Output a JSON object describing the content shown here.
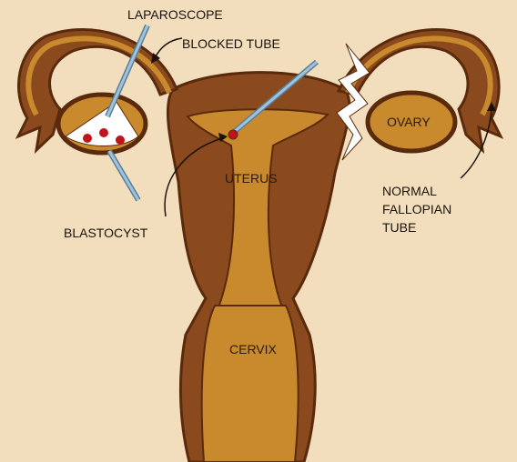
{
  "labels": {
    "laparoscope": "LAPAROSCOPE",
    "blocked_tube": "BLOCKED TUBE",
    "ovary": "OVARY",
    "uterus": "UTERUS",
    "blastocyst": "BLASTOCYST",
    "normal_tube_line1": "NORMAL",
    "normal_tube_line2": "FALLOPIAN",
    "normal_tube_line3": "TUBE",
    "cervix": "CERVIX"
  },
  "colors": {
    "background": "#f2debd",
    "tissue_dark": "#8a4a1e",
    "tissue_outline": "#5a2a0c",
    "tissue_light": "#c98a2e",
    "instrument": "#8fb6d3",
    "blastocyst_cell": "#c0141a",
    "scope_view": "#ffffff"
  }
}
